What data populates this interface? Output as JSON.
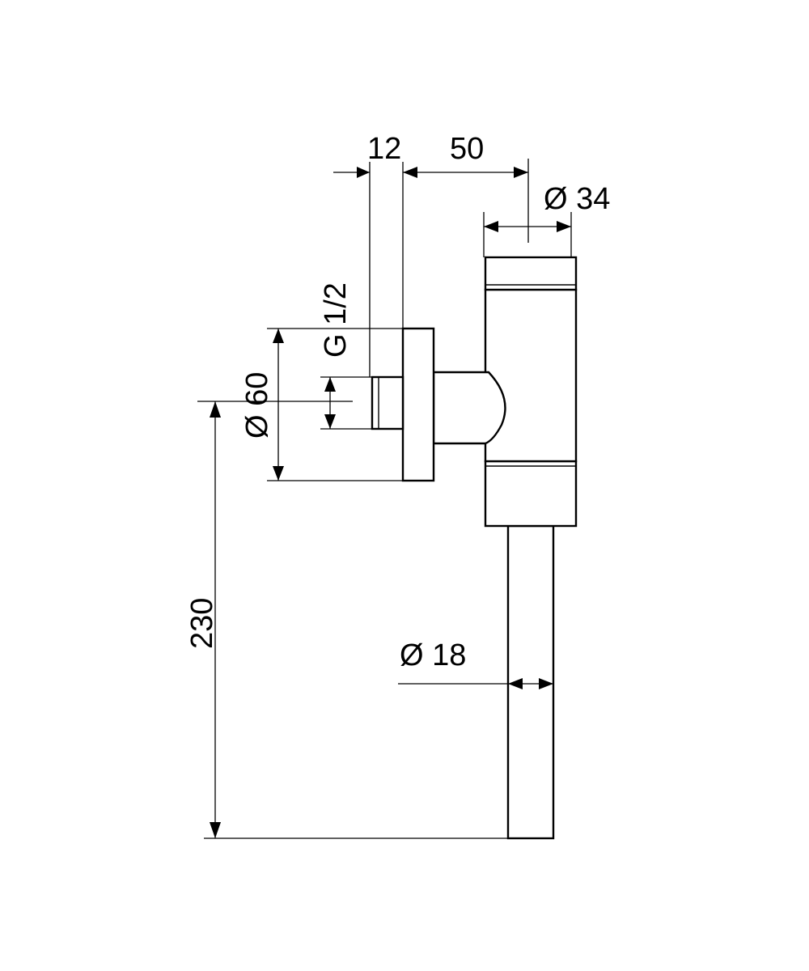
{
  "dimensions": {
    "offset_width": "12",
    "body_offset": "50",
    "head_diameter": "Ø 34",
    "thread": "G 1/2",
    "flange_diameter": "Ø 60",
    "height": "230",
    "pipe_diameter": "Ø 18"
  },
  "colors": {
    "line": "#000000",
    "background": "#ffffff"
  }
}
